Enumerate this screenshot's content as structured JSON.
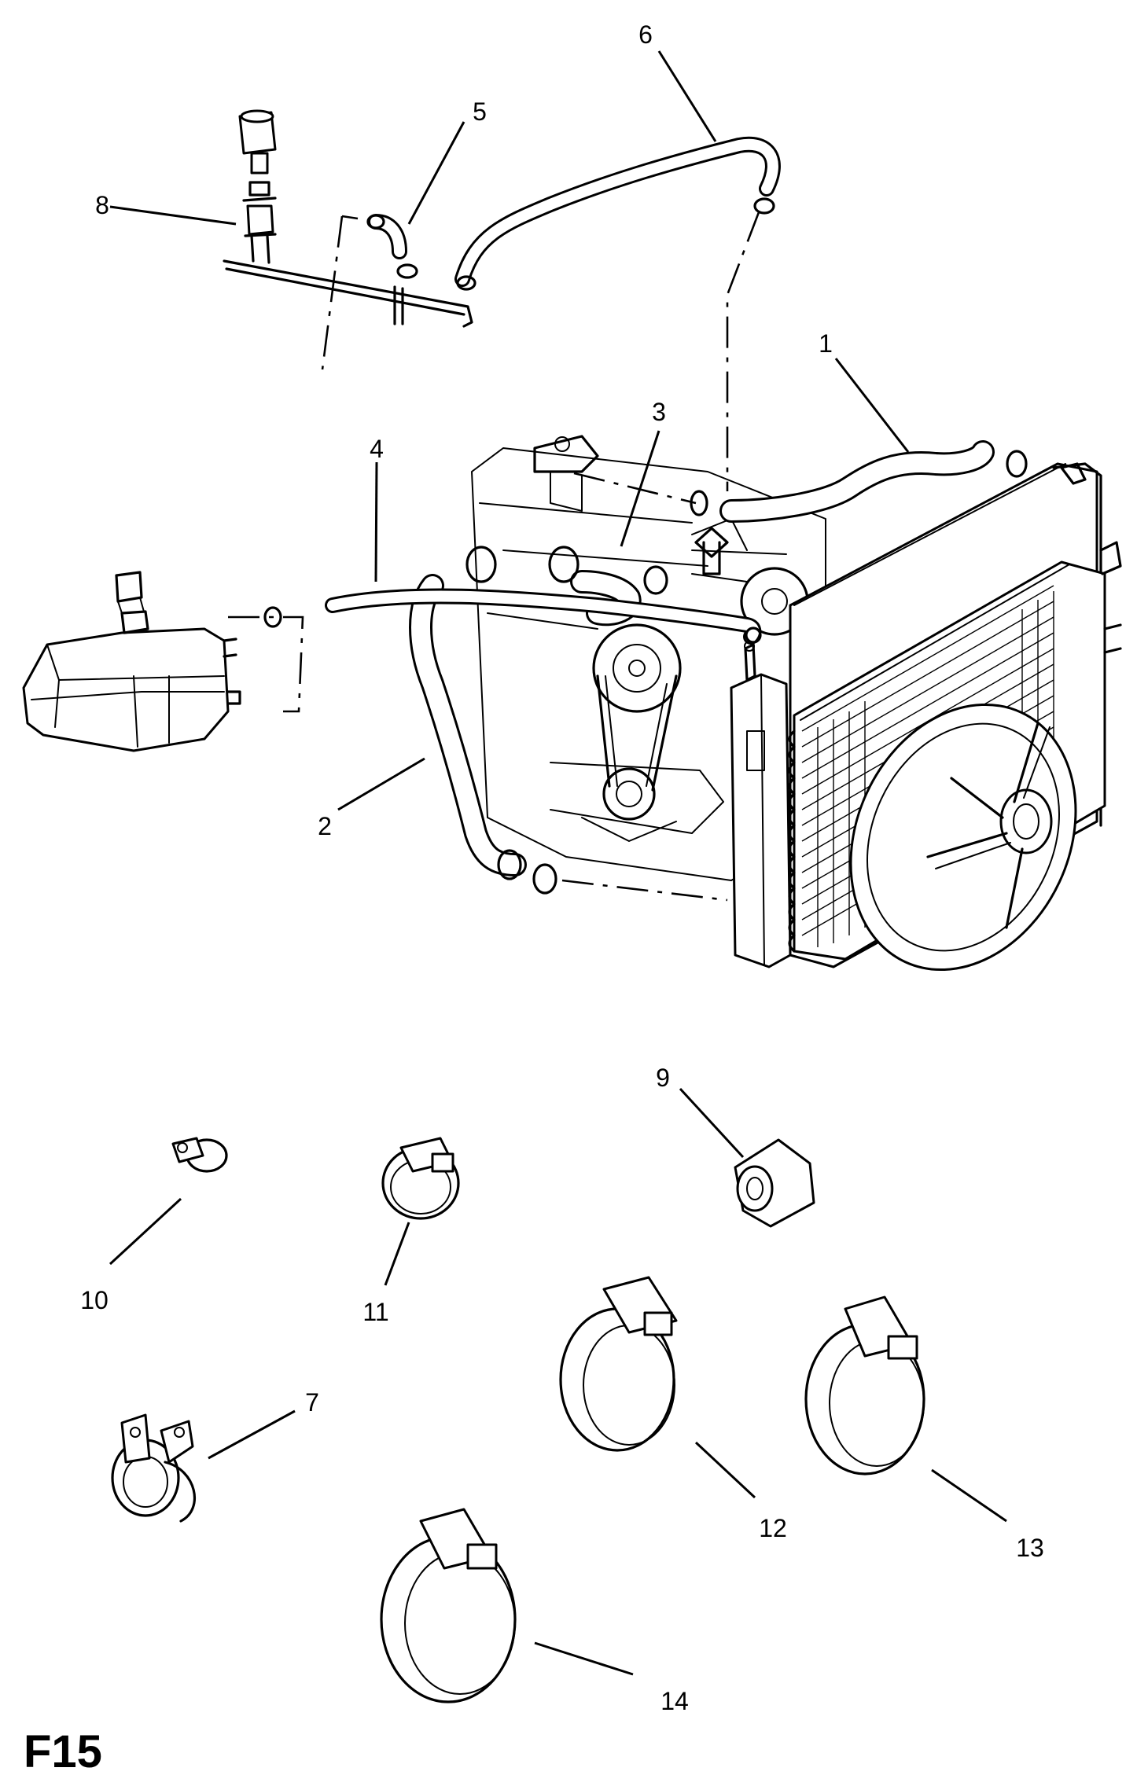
{
  "figure_label": "F15",
  "callouts": {
    "c1": "1",
    "c2": "2",
    "c3": "3",
    "c4": "4",
    "c5": "5",
    "c6": "6",
    "c7": "7",
    "c8": "8",
    "c9": "9",
    "c10": "10",
    "c11": "11",
    "c12": "12",
    "c13": "13",
    "c14": "14"
  },
  "parts": [
    "upper-radiator-hose",
    "lower-radiator-hose",
    "thermostat-hose",
    "expansion-tank-hose",
    "bleed-hose-elbow",
    "bleed-hose",
    "hose-clip",
    "bleed-valve",
    "hose-connector",
    "small-hose-clamp",
    "hose-clamp-11",
    "hose-clamp-12",
    "hose-clamp-13",
    "hose-clamp-14"
  ]
}
